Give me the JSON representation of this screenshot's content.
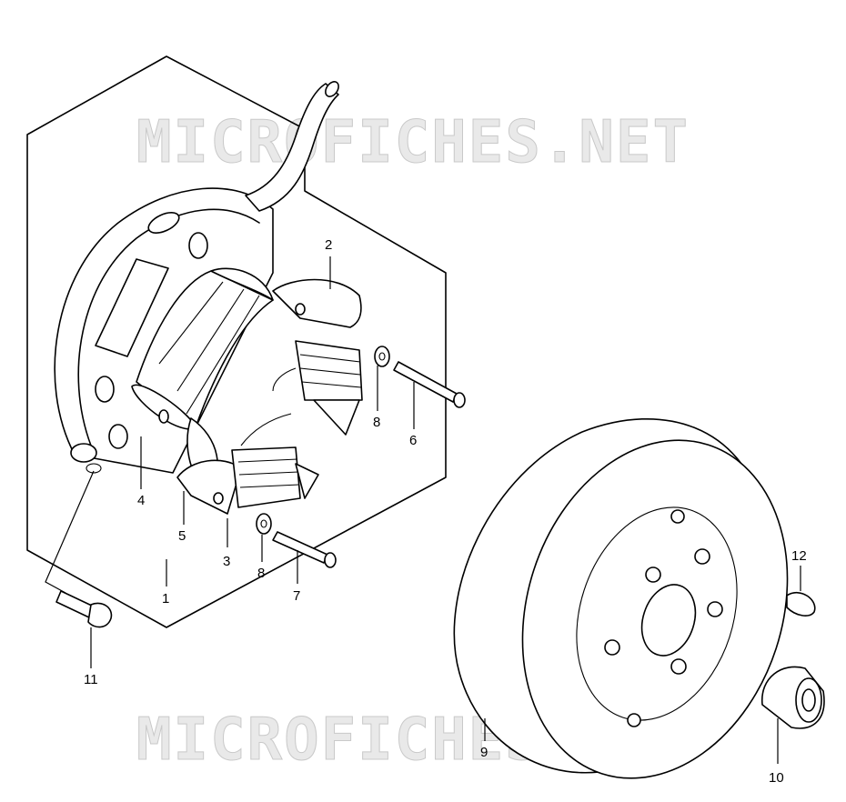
{
  "watermark": {
    "top": "MICROFICHES.NET",
    "bottom": "MICROFICHES.NET",
    "color": "#c9c9c9"
  },
  "callouts": {
    "p1": "1",
    "p2": "2",
    "p3": "3",
    "p4": "4",
    "p5": "5",
    "p6": "6",
    "p7": "7",
    "p8a": "8",
    "p8b": "8",
    "p9": "9",
    "p10": "10",
    "p11": "11",
    "p12": "12"
  }
}
